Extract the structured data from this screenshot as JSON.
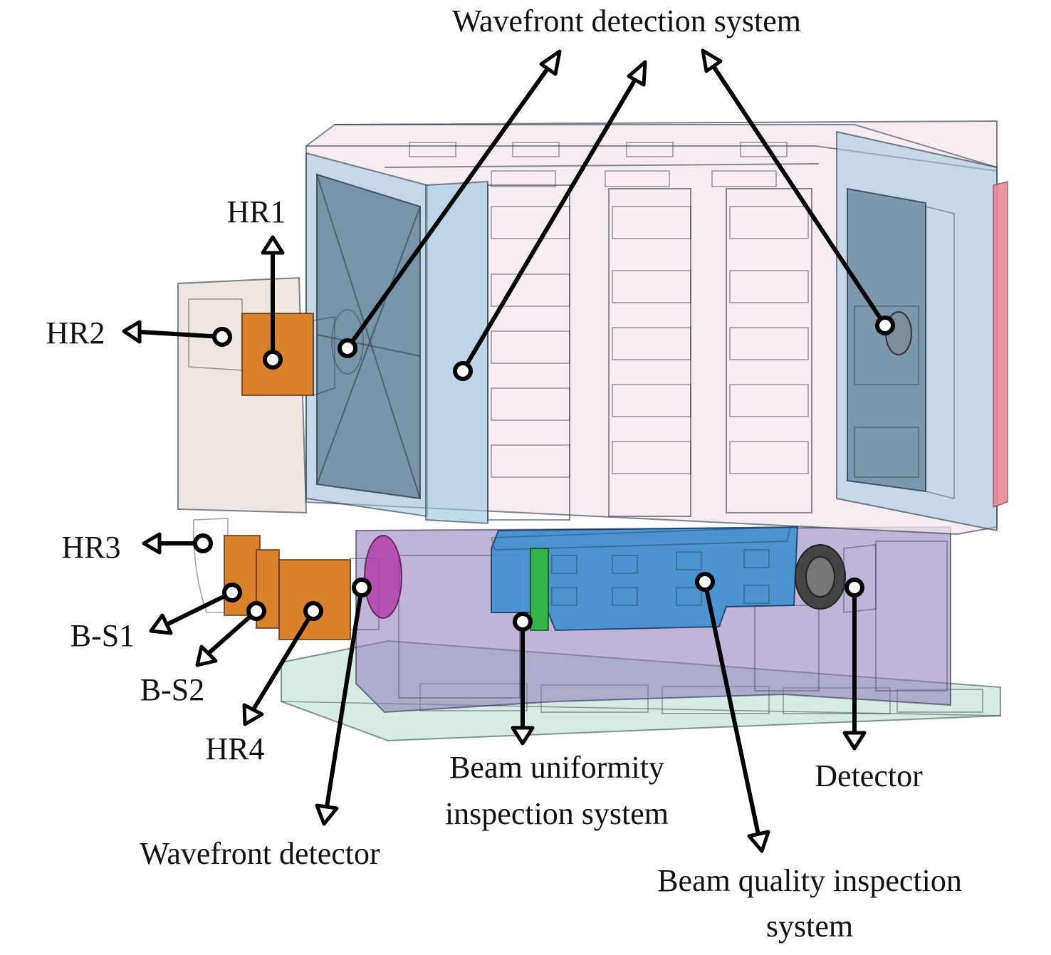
{
  "labels": {
    "wavefront_detection_system": "Wavefront detection system",
    "hr1": "HR1",
    "hr2": "HR2",
    "hr3": "HR3",
    "bs1": "B-S1",
    "bs2": "B-S2",
    "hr4": "HR4",
    "wavefront_detector": "Wavefront detector",
    "beam_uniformity_line1": "Beam uniformity",
    "beam_uniformity_line2": "inspection system",
    "detector": "Detector",
    "beam_quality_line1": "Beam quality inspection",
    "beam_quality_line2": "system"
  },
  "colors": {
    "frame_blue": "#9ec9df",
    "panel_pink": "#f3e6ee",
    "side_panel_dark": "#5d7e93",
    "copper": "#d9822b",
    "base_green": "#cfe8dc",
    "lower_purple": "#8c79b8",
    "blue_block": "#3f8fd0",
    "magenta_ring": "#b23aa8",
    "pink_edge": "#e58a97",
    "green_plate": "#33b54a",
    "dark_cylinder": "#444444"
  }
}
